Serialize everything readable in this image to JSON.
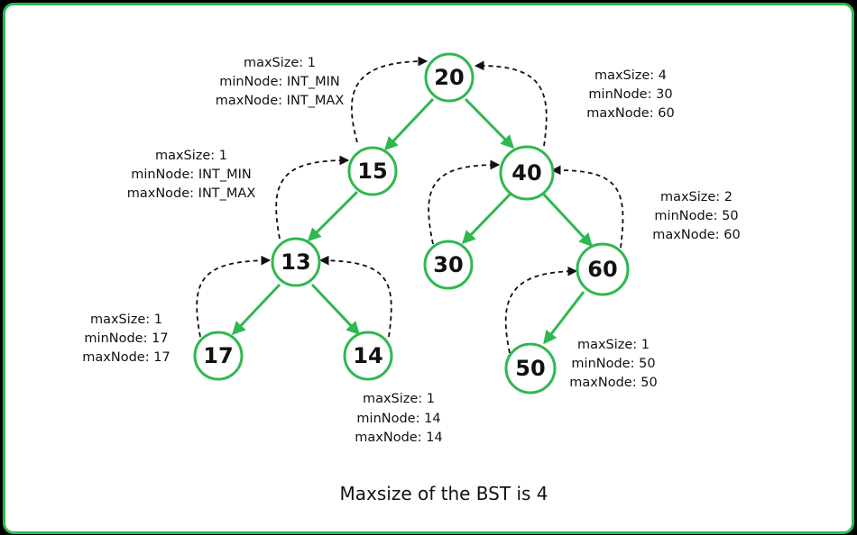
{
  "nodes": {
    "n20": {
      "label": "20",
      "info": [
        "maxSize: 1",
        "minNode: INT_MIN",
        "maxNode: INT_MAX"
      ]
    },
    "n15": {
      "label": "15",
      "info": [
        "maxSize: 1",
        "minNode: INT_MIN",
        "maxNode: INT_MAX"
      ]
    },
    "n13": {
      "label": "13",
      "info": [
        "maxSize: 1",
        "minNode: 17",
        "maxNode: 17"
      ]
    },
    "n17": {
      "label": "17"
    },
    "n14": {
      "label": "14",
      "info": [
        "maxSize: 1",
        "minNode: 14",
        "maxNode: 14"
      ]
    },
    "n40": {
      "label": "40",
      "info": [
        "maxSize: 4",
        "minNode: 30",
        "maxNode: 60"
      ]
    },
    "n30": {
      "label": "30"
    },
    "n60": {
      "label": "60",
      "info": [
        "maxSize: 2",
        "minNode: 50",
        "maxNode: 60"
      ]
    },
    "n50": {
      "label": "50",
      "info": [
        "maxSize: 1",
        "minNode: 50",
        "maxNode: 50"
      ]
    }
  },
  "caption": "Maxsize of the BST is 4",
  "colors": {
    "accent": "#2fb84f",
    "text": "#111111",
    "background": "#ffffff",
    "outer": "#000000"
  }
}
